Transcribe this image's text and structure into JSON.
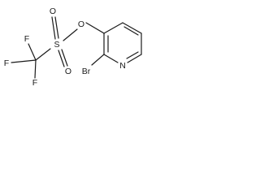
{
  "molecule": {
    "atoms": {
      "f_top": "F",
      "f_left": "F",
      "f_bottom": "F",
      "sulfur": "S",
      "o_sulfonyl_top": "O",
      "o_sulfonyl_bottom": "O",
      "o_ester": "O",
      "bromine": "Br",
      "nitrogen": "N"
    }
  }
}
